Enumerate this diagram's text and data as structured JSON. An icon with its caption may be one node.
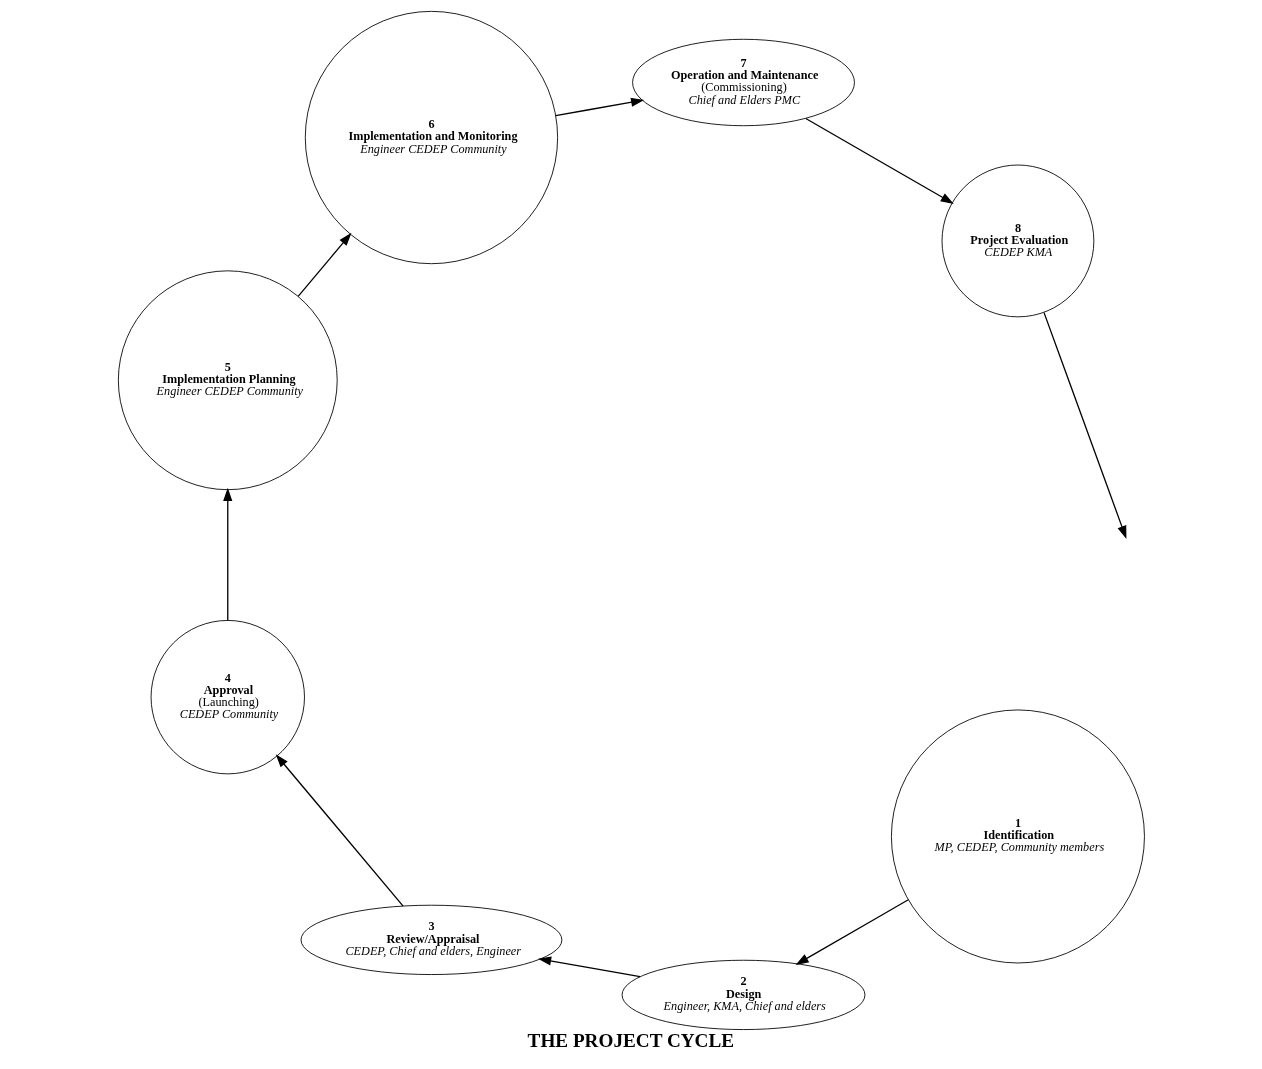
{
  "diagram": {
    "title": "THE PROJECT CYCLE",
    "nodes": [
      {
        "text": [
          "1",
          "Identification",
          "MP, CEDEP, Community members"
        ]
      },
      {
        "text": [
          "2",
          "Design",
          "Engineer, KMA, Chief and elders"
        ]
      },
      {
        "text": [
          "3",
          "Review/Appraisal",
          "CEDEP, Chief and elders, Engineer"
        ]
      },
      {
        "text": [
          "4",
          "Approval",
          "(Launching)",
          "CEDEP Community"
        ]
      },
      {
        "text": [
          "5",
          "Implementation Planning",
          "Engineer CEDEP Community"
        ]
      },
      {
        "text": [
          "6",
          "Implementation and Monitoring",
          "Engineer CEDEP Community"
        ]
      },
      {
        "text": [
          "7",
          "Operation and Maintenance",
          "(Commissioning)",
          "Chief and Elders PMC"
        ]
      },
      {
        "text": [
          "8",
          "Project Evaluation",
          "CEDEP KMA"
        ]
      }
    ],
    "edges": [
      {
        "from": 0,
        "to": 1,
        "arrow": "to"
      },
      {
        "from": 1,
        "to": 2,
        "arrow": "to"
      },
      {
        "from": 2,
        "to": 3,
        "arrow": "to"
      },
      {
        "from": 3,
        "to": 4,
        "arrow": "to"
      },
      {
        "from": 4,
        "to": 5,
        "arrow": "to"
      },
      {
        "from": 5,
        "to": 6,
        "arrow": "to"
      },
      {
        "from": 6,
        "to": 7,
        "arrow": "to"
      },
      {
        "from": 7,
        "to": null,
        "arrow": "to"
      }
    ]
  }
}
